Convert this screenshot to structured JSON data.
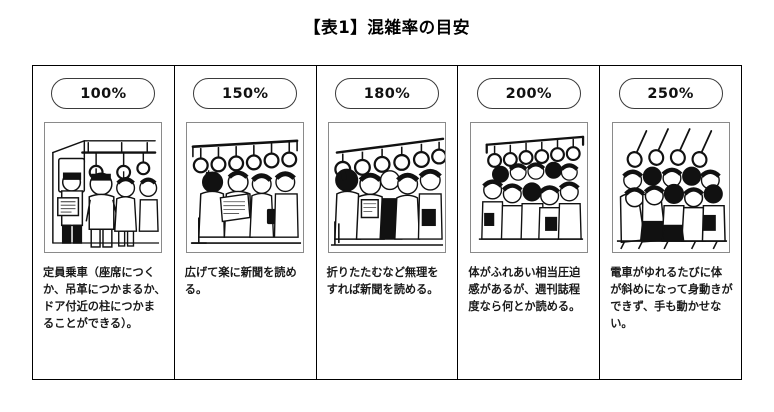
{
  "figure": {
    "title": "【表1】混雑率の目安",
    "frame_color": "#000000",
    "badge_border_color": "#3a3a3a",
    "illustration_border_color": "#8a8a8a"
  },
  "columns": [
    {
      "rate": "100%",
      "illustration_name": "train-car-capacity-100",
      "illustration_alt": "座席に座り新聞を読む乗客と吊革につかまる乗客のイラスト",
      "caption": "定員乗車（座席につくか、吊革につかまるか、ドア付近の柱につかまることができる）。"
    },
    {
      "rate": "150%",
      "illustration_name": "train-car-capacity-150",
      "illustration_alt": "吊革につかまり新聞を広げて読む乗客のイラスト",
      "caption": "広げて楽に新聞を読める。"
    },
    {
      "rate": "180%",
      "illustration_name": "train-car-capacity-180",
      "illustration_alt": "新聞を折りたたんで読む混雑した車内のイラスト",
      "caption": "折りたたむなど無理をすれば新聞を読める。"
    },
    {
      "rate": "200%",
      "illustration_name": "train-car-capacity-200",
      "illustration_alt": "体が触れ合うほど密集した乗客のイラスト",
      "caption": "体がふれあい相当圧迫感があるが、週刊誌程度なら何とか読める。"
    },
    {
      "rate": "250%",
      "illustration_name": "train-car-capacity-250",
      "illustration_alt": "体が斜めに傾くほど極度に混雑した車内のイラスト",
      "caption": "電車がゆれるたびに体が斜めになって身動きができず、手も動かせない。"
    }
  ]
}
